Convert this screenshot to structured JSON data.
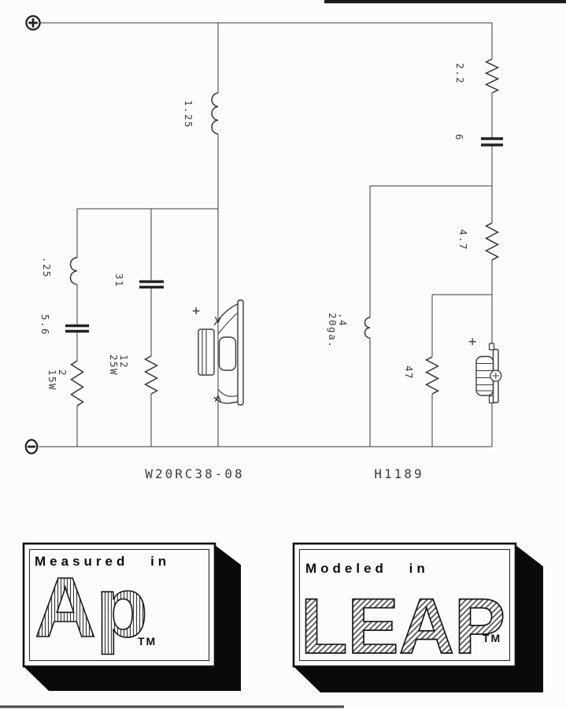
{
  "schematic": {
    "terminals": {
      "positive": "+",
      "negative": "−"
    },
    "values": {
      "inductor_series_woofer": "1.25",
      "resistor_tweeter_top": "2.2",
      "cap_tweeter_series": "6",
      "resistor_tweeter_mid": "4.7",
      "inductor_woofer_shunt": ".25",
      "cap_woofer_shunt": "31",
      "cap_woofer_branch": "5.6",
      "resistor_woofer_branch": "2\n15W",
      "resistor_woofer_shunt": "12\n25W",
      "inductor_tweeter_shunt": ".4\n20ga.",
      "resistor_tweeter_shunt": "47"
    },
    "drivers": {
      "woofer_model": "W20RC38-08",
      "tweeter_model": "H1189",
      "woofer_polarity": "+",
      "tweeter_polarity": "+"
    },
    "icons": {
      "positive_terminal": "circled-plus",
      "negative_terminal": "circled-minus",
      "woofer_symbol": "cone-driver-side-view",
      "tweeter_symbol": "dome-tweeter-side-view"
    }
  },
  "logos": {
    "measured": {
      "caption": "Measured in",
      "brand": "Ap",
      "tm": "TM"
    },
    "modeled": {
      "caption": "Modeled in",
      "brand": "LEAP",
      "tm": "TM"
    }
  },
  "colors": {
    "line": "#3a3a3a",
    "label": "#3b3b3b",
    "shadow": "#0a0a0a"
  }
}
